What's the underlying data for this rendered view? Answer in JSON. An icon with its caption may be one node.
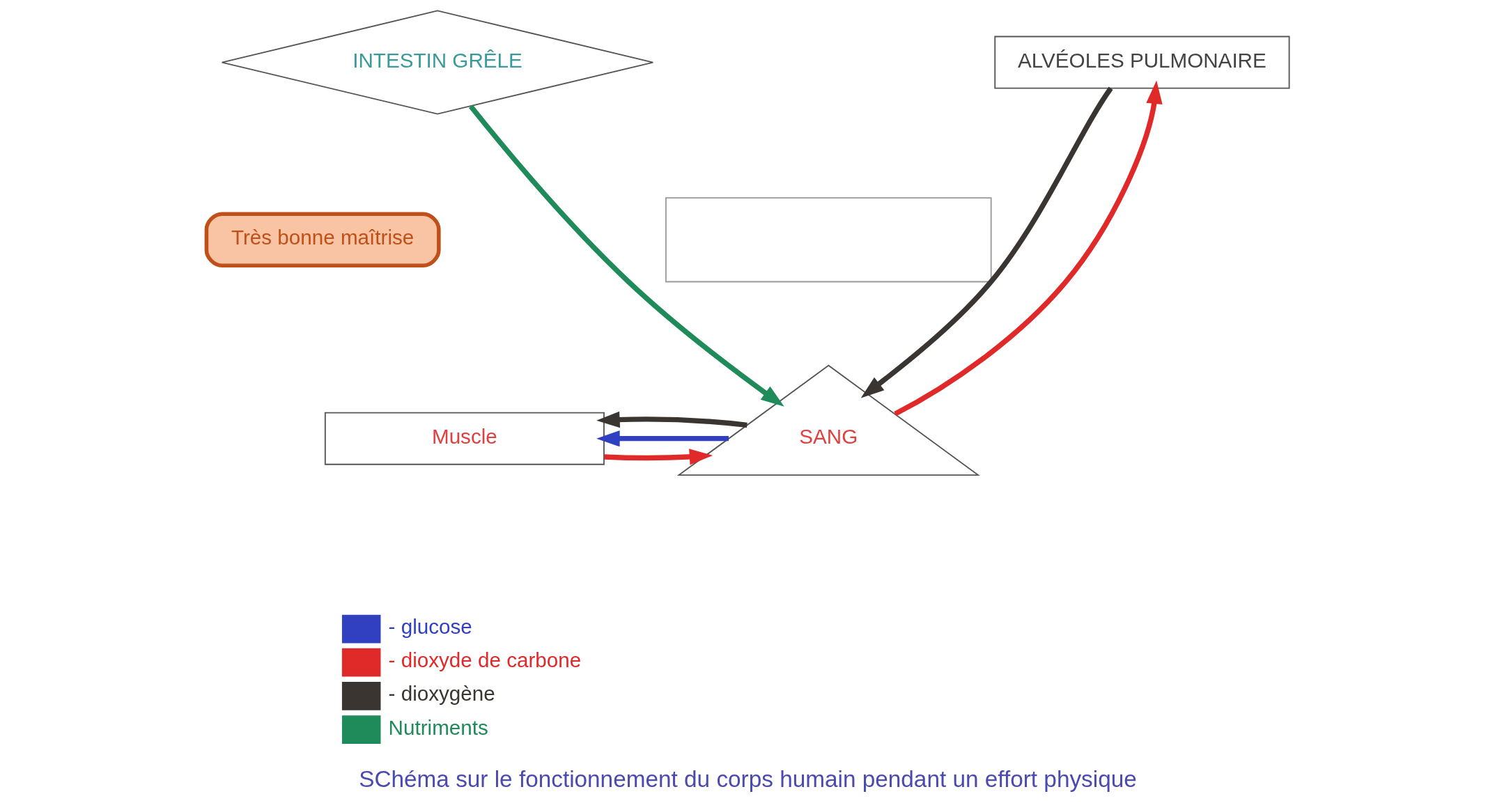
{
  "diagram": {
    "caption": "SChéma sur le fonctionnement du corps humain pendant un effort physique",
    "nodes": [
      {
        "text": [
          "INTESTIN GRÊLE"
        ]
      },
      {
        "text": [
          "ALVÉOLES PULMONAIRE"
        ]
      },
      {
        "text": [
          "Très bonne maîtrise"
        ]
      },
      {
        "text": [],
        "shape": "box"
      },
      {
        "text": [
          "Muscle"
        ]
      },
      {
        "text": [
          "SANG"
        ]
      }
    ],
    "edges": [
      {
        "from": 0,
        "to": 5,
        "arrow": "to",
        "color": "#1f8a5a"
      },
      {
        "from": 1,
        "to": 5,
        "arrow": "to",
        "color": "#3a3530"
      },
      {
        "from": 5,
        "to": 1,
        "arrow": "to",
        "color": "#e02a2a"
      },
      {
        "from": 4,
        "to": 5,
        "arrow": "to",
        "color": "#e02a2a"
      },
      {
        "from": 5,
        "to": 4,
        "arrow": "to",
        "color": "#3040c0"
      },
      {
        "from": 5,
        "to": 4,
        "arrow": "to",
        "color": "#3a3530"
      }
    ],
    "legend": [
      {
        "text": "- glucose",
        "color": "#3040c0"
      },
      {
        "text": "- dioxyde de carbone",
        "color": "#e02a2a"
      },
      {
        "text": "- dioxygène",
        "color": "#3a3530"
      },
      {
        "text": "Nutriments",
        "color": "#1f8a5a"
      }
    ]
  }
}
